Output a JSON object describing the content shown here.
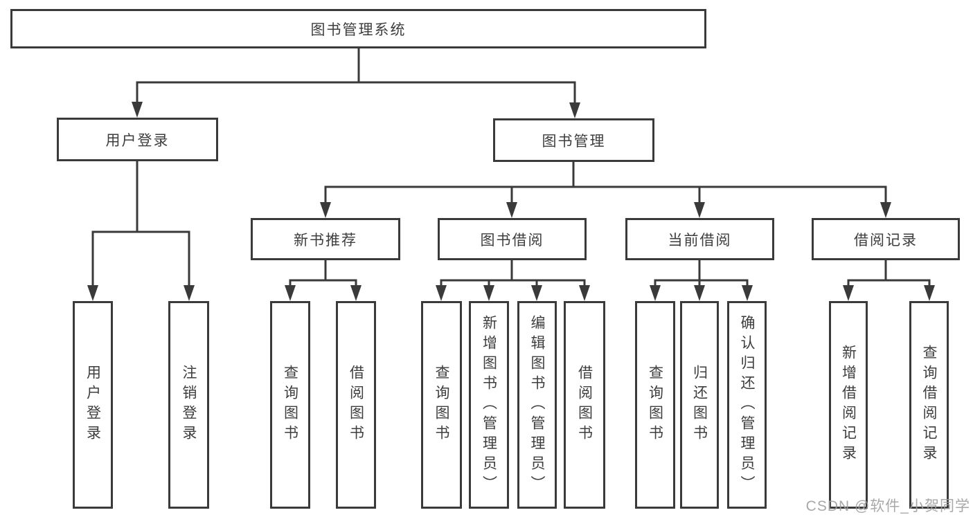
{
  "diagram": {
    "title": "图书管理系统",
    "level2": [
      {
        "label": "用户登录"
      },
      {
        "label": "图书管理"
      }
    ],
    "level3": [
      {
        "label": "新书推荐"
      },
      {
        "label": "图书借阅"
      },
      {
        "label": "当前借阅"
      },
      {
        "label": "借阅记录"
      }
    ],
    "leaves": {
      "user_login": [
        {
          "label": "用户登录"
        },
        {
          "label": "注销登录"
        }
      ],
      "new_book": [
        {
          "label": "查询图书"
        },
        {
          "label": "借阅图书"
        }
      ],
      "book_borrow": [
        {
          "label": "查询图书"
        },
        {
          "label": "新增图书（管理员）"
        },
        {
          "label": "编辑图书（管理员）"
        },
        {
          "label": "借阅图书"
        }
      ],
      "current_borrow": [
        {
          "label": "查询图书"
        },
        {
          "label": "归还图书"
        },
        {
          "label": "确认归还（管理员）"
        }
      ],
      "borrow_record": [
        {
          "label": "新增借阅记录"
        },
        {
          "label": "查询借阅记录"
        }
      ]
    },
    "watermark": "CSDN @软件_小贺同学"
  },
  "colors": {
    "line": "#3a3a3a",
    "text": "#3d3d3d",
    "watermark": "#9e9e9e",
    "background": "#ffffff"
  }
}
